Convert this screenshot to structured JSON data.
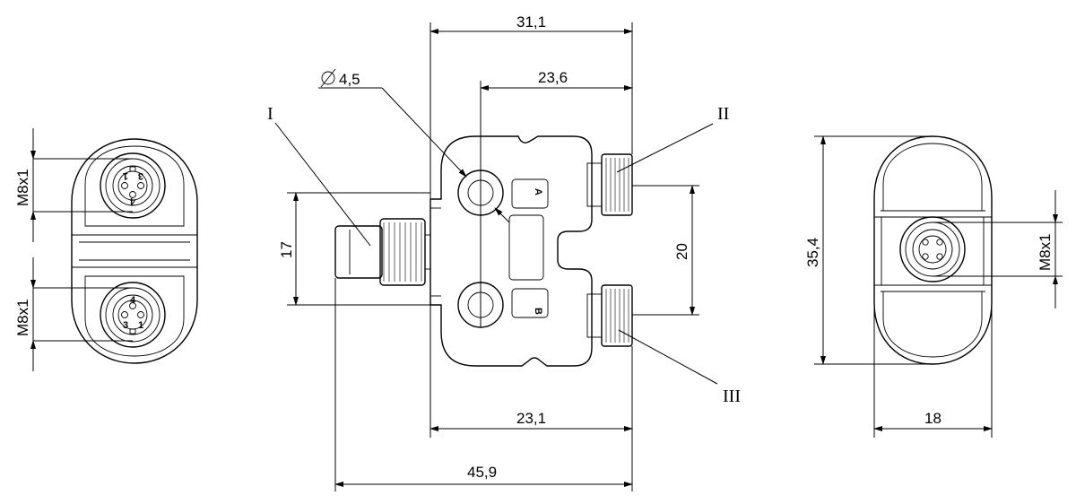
{
  "dimensions": {
    "top_width": "31,1",
    "inner_width": "23,6",
    "hole_diameter": "4,5",
    "height_left": "17",
    "spacing_right": "20",
    "body_width": "23,1",
    "overall_width": "45,9",
    "side_height": "35,4",
    "side_width": "18",
    "thread_left_top": "M8x1",
    "thread_left_bottom": "M8x1",
    "thread_right": "M8x1"
  },
  "labels": {
    "port_i": "I",
    "port_ii": "II",
    "port_iii": "III",
    "marking_a": "A",
    "marking_b": "B",
    "pin_top_1": "1",
    "pin_top_3": "3",
    "pin_top_4": "4",
    "pin_bottom_1": "1",
    "pin_bottom_3": "3",
    "pin_bottom_4": "4"
  }
}
